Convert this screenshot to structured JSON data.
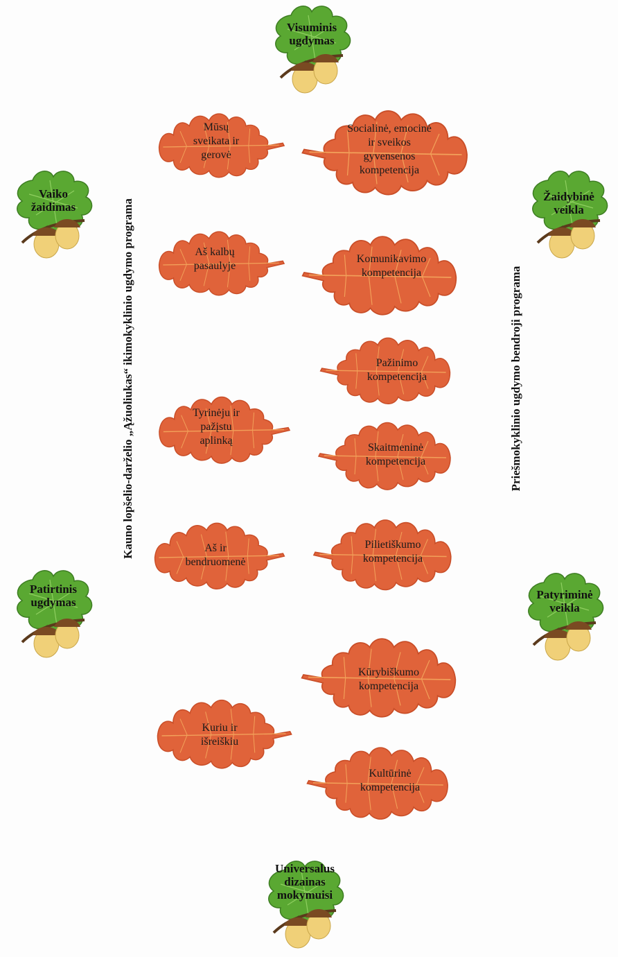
{
  "oaks": {
    "top": "Visuminis\nugdymas",
    "left_upper": "Vaiko\nžaidimas",
    "right_upper": "Žaidybinė\nveikla",
    "left_lower": "Patirtinis\nugdymas",
    "right_lower": "Patyriminė\nveikla",
    "bottom": "Universalus\ndizainas\nmokymuisi"
  },
  "left_program_title": "Kauno lopšelio-darželio „Ąžuoliukas“ ikimokyklinio ugdymo programa",
  "right_program_title": "Priešmokyklinio ugdymo bendroji programa",
  "left_leaves": {
    "health": "Mūsų\nsveikata ir\ngerovė",
    "language": "Aš kalbų\npasaulyje",
    "explore": "Tyrinėju ir\npažįstu\naplinką",
    "community": "Aš ir\nbendruomenė",
    "create": "Kuriu ir\nišreiškiu"
  },
  "right_leaves": {
    "social": "Socialinė, emocinė\nir sveikos\ngyvensenos\nkompetencija",
    "communication": "Komunikavimo\nkompetencija",
    "cognition": "Pažinimo\nkompetencija",
    "digital": "Skaitmeninė\nkompetencija",
    "civic": "Pilietiškumo\nkompetencija",
    "creativity": "Kūrybiškumo\nkompetencija",
    "cultural": "Kultūrinė\nkompetencija"
  },
  "colors": {
    "leaf_orange": "#e0633a",
    "leaf_edge": "#c94e28",
    "oak_green": "#5aa832",
    "oak_dark": "#3d7d22",
    "acorn": "#f0d078",
    "cap": "#7a4a22"
  }
}
